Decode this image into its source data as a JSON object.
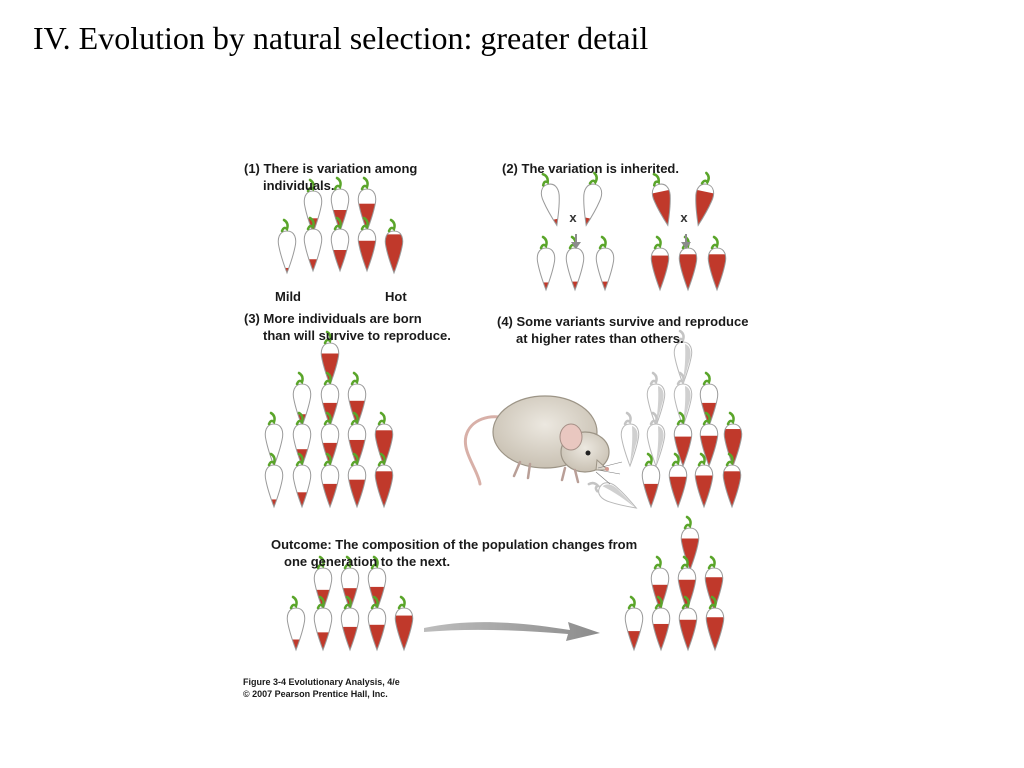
{
  "slide": {
    "title": "IV. Evolution by natural selection: greater detail"
  },
  "figure": {
    "step1": {
      "line1": "(1) There is variation among",
      "line2": "individuals."
    },
    "step2": {
      "line1": "(2) The variation is inherited."
    },
    "step3": {
      "line1": "(3) More individuals are born",
      "line2": "than will survive to reproduce."
    },
    "step4": {
      "line1": "(4) Some variants survive and reproduce",
      "line2": "at higher rates than others."
    },
    "outcome": {
      "line1": "Outcome: The composition of the population changes from",
      "line2": "one generation to the next."
    },
    "scale": {
      "mild": "Mild",
      "hot": "Hot"
    },
    "cross_symbol": "x",
    "caption": {
      "line1": "Figure 3-4  Evolutionary Analysis, 4/e",
      "line2": "© 2007 Pearson Prentice Hall, Inc."
    },
    "colors": {
      "pepper_red": "#c0392b",
      "pepper_white": "#ffffff",
      "pepper_outline": "#9a9a9a",
      "stem_green": "#5aa52a",
      "eaten_gray": "#d0d0d0",
      "arrow_gray": "#8c8c8c",
      "mouse_body": "#dcd6cc"
    }
  }
}
